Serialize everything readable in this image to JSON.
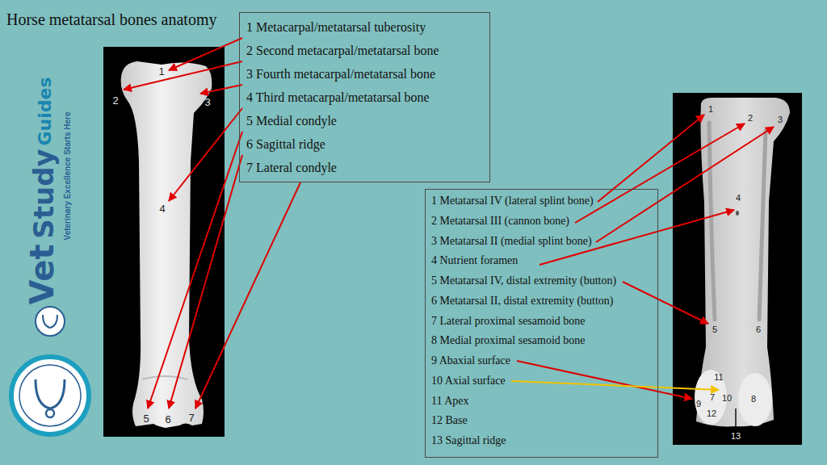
{
  "diagram": {
    "title": "Horse metatarsal bones anatomy",
    "nodes": [
      {
        "text": [
          "1 Metacarpal/metatarsal tuberosity",
          "2 Second metacarpal/metatarsal bone",
          "3 Fourth metacarpal/metatarsal bone",
          "4 Third metacarpal/metatarsal bone",
          "5 Medial condyle",
          "6 Sagittal ridge",
          "7 Lateral condyle"
        ]
      },
      {
        "text": [
          "1 Metatarsal IV (lateral splint bone)",
          "2 Metatarsal III (cannon bone)",
          "3 Metatarsal II (medial splint bone)",
          "4 Nutrient foramen",
          "5 Metatarsal IV, distal extremity (button)",
          "6 Metatarsal II, distal extremity (button)",
          "7 Lateral proximal sesamoid bone",
          "8 Medial proximal sesamoid bone",
          "9 Abaxial surface",
          "10 Axial surface",
          "11 Apex",
          "12 Base",
          "13 Sagittal ridge"
        ]
      }
    ],
    "labels": [
      "1",
      "2",
      "3",
      "4",
      "5",
      "6",
      "7",
      "1",
      "2",
      "3",
      "4",
      "5",
      "6",
      "11",
      "7",
      "10",
      "8",
      "9",
      "12",
      "13",
      "Vet",
      "Study",
      "Guides",
      "Veterinary Excellence Starts Here"
    ]
  }
}
